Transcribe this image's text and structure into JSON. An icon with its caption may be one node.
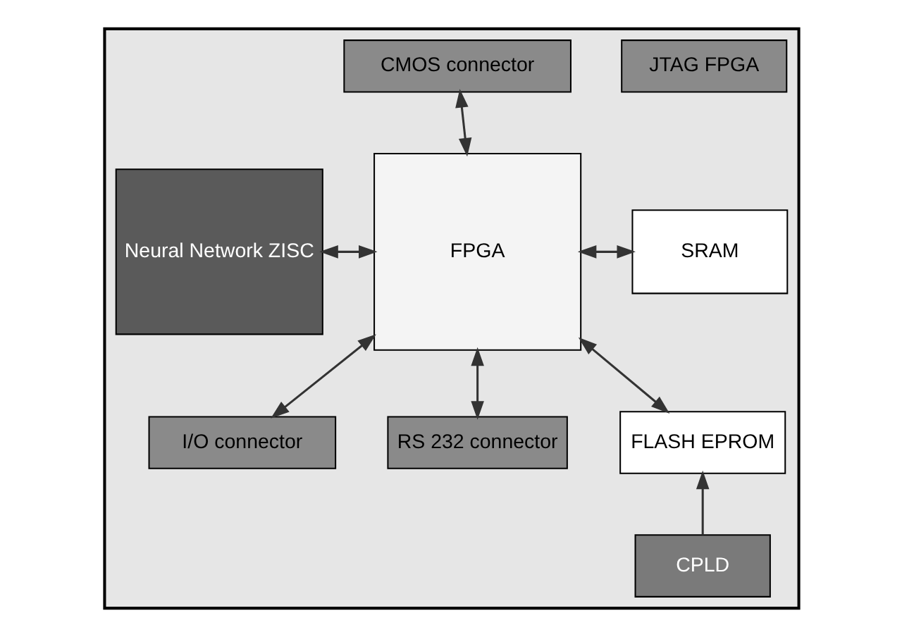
{
  "diagram": {
    "nodes": [
      {
        "text": [],
        "shape": "box"
      },
      {
        "text": [
          "CMOS connector"
        ],
        "in": 0
      },
      {
        "text": [
          "JTAG FPGA"
        ],
        "in": 0
      },
      {
        "text": [
          "Neural Network ZISC"
        ],
        "in": 0
      },
      {
        "text": [
          "FPGA"
        ],
        "in": 0
      },
      {
        "text": [
          "SRAM"
        ],
        "in": 0
      },
      {
        "text": [
          "FLASH EPROM"
        ],
        "in": 0
      },
      {
        "text": [
          "CPLD"
        ],
        "in": 0
      },
      {
        "text": [
          "I/O connector"
        ],
        "in": 0
      },
      {
        "text": [
          "RS 232 connector"
        ],
        "in": 0
      }
    ],
    "edges": [
      {
        "from": 4,
        "to": 1,
        "arrow": "both"
      },
      {
        "from": 3,
        "to": 4,
        "arrow": "both"
      },
      {
        "from": 4,
        "to": 5,
        "arrow": "both"
      },
      {
        "from": 4,
        "to": 6,
        "arrow": "both"
      },
      {
        "from": 7,
        "to": 6,
        "arrow": "to"
      },
      {
        "from": 4,
        "to": 8,
        "arrow": "both"
      },
      {
        "from": 4,
        "to": 9,
        "arrow": "both"
      }
    ]
  }
}
